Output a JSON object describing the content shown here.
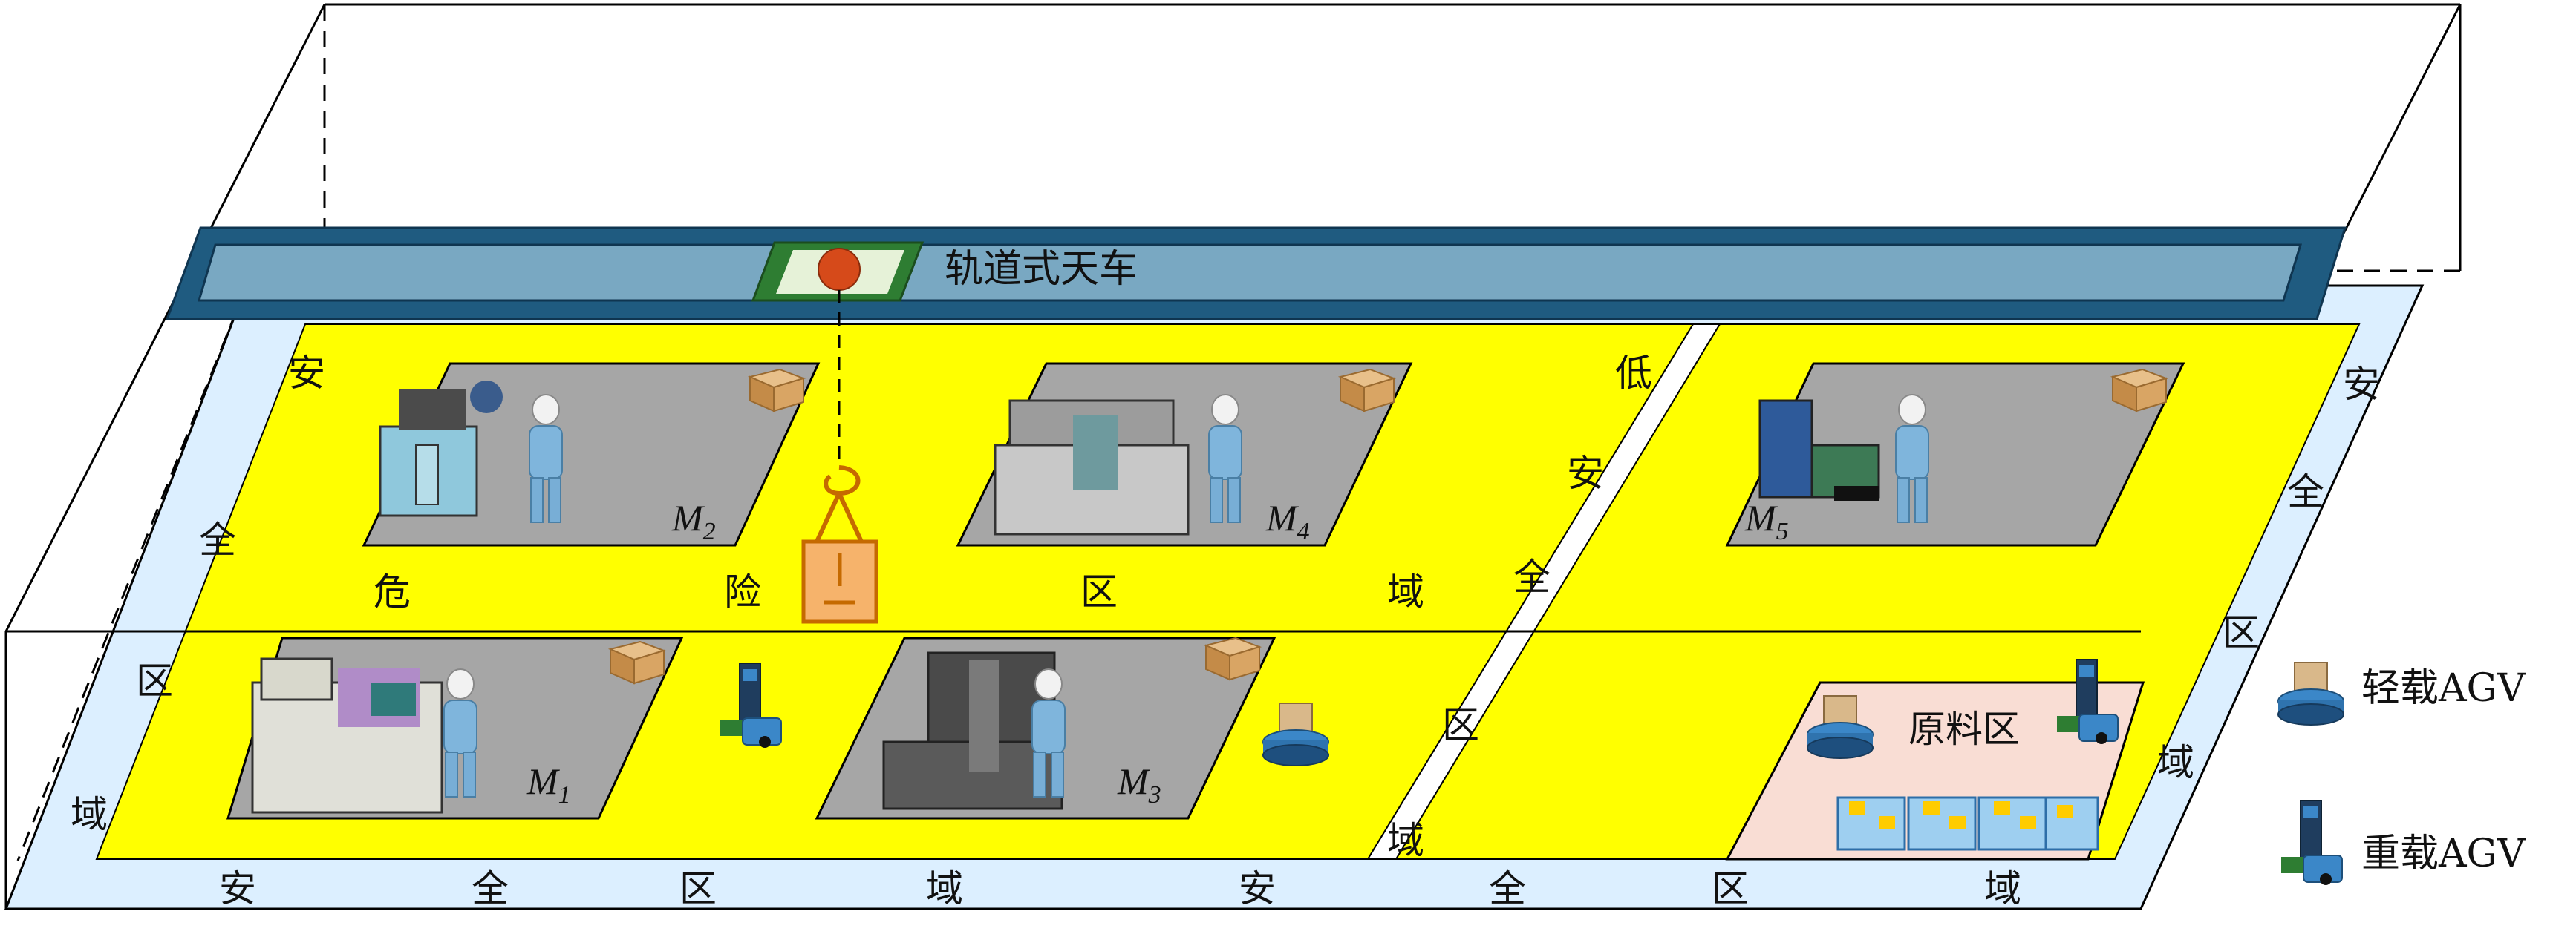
{
  "crane": {
    "label": "轨道式天车",
    "colors": {
      "rail_outer": "#1f5b80",
      "rail_inner": "#79a8c2",
      "trolley": "#2e7d32",
      "trolley_inner": "#e6f2d8",
      "hoist": "#d64a1a"
    }
  },
  "zones": {
    "safe_zone_color": "#dcefff",
    "danger_zone_color": "#ffff00",
    "workstation_color": "#a6a6a6",
    "material_area_color": "#f9ddd4",
    "safe_left_chars": [
      "安",
      "全",
      "区",
      "域"
    ],
    "safe_right_chars": [
      "安",
      "全",
      "区",
      "域"
    ],
    "safe_bottom_chars": [
      "安",
      "全",
      "区",
      "域",
      "安",
      "全",
      "区",
      "域"
    ],
    "danger_chars": [
      "危",
      "险",
      "区",
      "域"
    ],
    "low_safe_chars": [
      "低",
      "安",
      "全",
      "区",
      "域"
    ],
    "material_area_label": "原料区"
  },
  "machines": [
    {
      "id": "M1",
      "letter": "M",
      "sub": "1"
    },
    {
      "id": "M2",
      "letter": "M",
      "sub": "2"
    },
    {
      "id": "M3",
      "letter": "M",
      "sub": "3"
    },
    {
      "id": "M4",
      "letter": "M",
      "sub": "4"
    },
    {
      "id": "M5",
      "letter": "M",
      "sub": "5"
    }
  ],
  "legend": {
    "light_agv": {
      "label": "轻载AGV",
      "icon": "light-agv-icon"
    },
    "heavy_agv": {
      "label": "重载AGV",
      "icon": "heavy-agv-icon"
    }
  }
}
